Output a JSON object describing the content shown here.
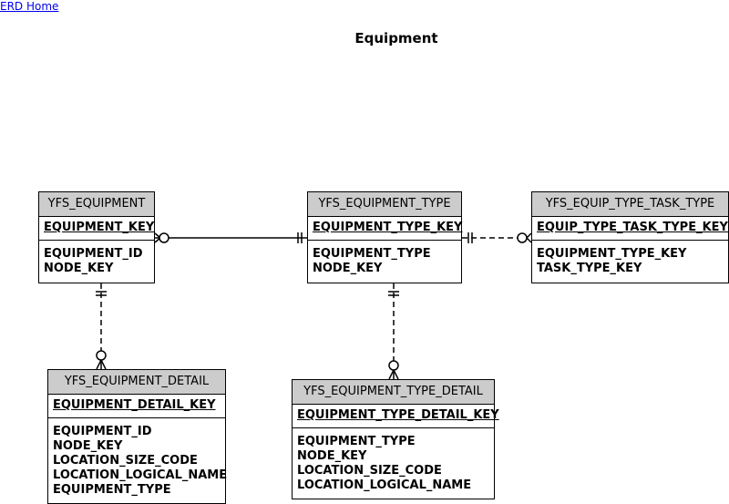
{
  "header": {
    "home_link": "ERD Home",
    "title": "Equipment"
  },
  "entities": {
    "equipment": {
      "name": "YFS_EQUIPMENT",
      "pk": "EQUIPMENT_KEY",
      "attrs": [
        "EQUIPMENT_ID",
        "NODE_KEY"
      ]
    },
    "equipment_type": {
      "name": "YFS_EQUIPMENT_TYPE",
      "pk": "EQUIPMENT_TYPE_KEY",
      "attrs": [
        "EQUIPMENT_TYPE",
        "NODE_KEY"
      ]
    },
    "equip_type_task_type": {
      "name": "YFS_EQUIP_TYPE_TASK_TYPE",
      "pk": "EQUIP_TYPE_TASK_TYPE_KEY",
      "attrs": [
        "EQUIPMENT_TYPE_KEY",
        "TASK_TYPE_KEY"
      ]
    },
    "equipment_detail": {
      "name": "YFS_EQUIPMENT_DETAIL",
      "pk": "EQUIPMENT_DETAIL_KEY",
      "attrs": [
        "EQUIPMENT_ID",
        "NODE_KEY",
        "LOCATION_SIZE_CODE",
        "LOCATION_LOGICAL_NAME",
        "EQUIPMENT_TYPE"
      ]
    },
    "equipment_type_detail": {
      "name": "YFS_EQUIPMENT_TYPE_DETAIL",
      "pk": "EQUIPMENT_TYPE_DETAIL_KEY",
      "attrs": [
        "EQUIPMENT_TYPE",
        "NODE_KEY",
        "LOCATION_SIZE_CODE",
        "LOCATION_LOGICAL_NAME"
      ]
    }
  }
}
